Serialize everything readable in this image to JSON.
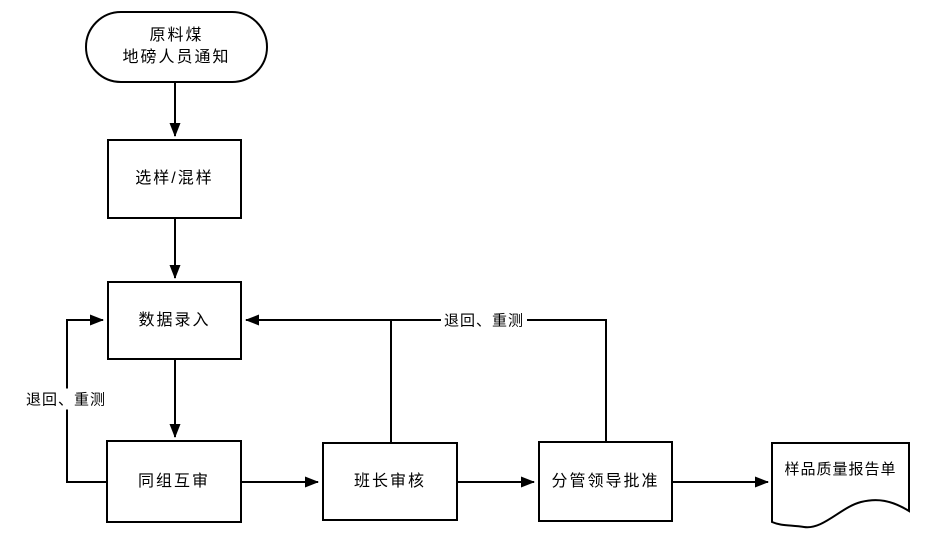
{
  "diagram": {
    "nodes": {
      "start": {
        "line1": "原料煤",
        "line2": "地磅人员通知"
      },
      "sampling": {
        "label": "选样/混样"
      },
      "data_entry": {
        "label": "数据录入"
      },
      "peer_review": {
        "label": "同组互审"
      },
      "foreman_review": {
        "label": "班长审核"
      },
      "leader_approval": {
        "label": "分管领导批准"
      },
      "report": {
        "label": "样品质量报告单"
      }
    },
    "edge_labels": {
      "left_feedback": "退回、重测",
      "top_feedback": "退回、重测"
    },
    "colors": {
      "line": "#000000",
      "node_fill": "#ffffff",
      "background": "#ffffff"
    }
  }
}
